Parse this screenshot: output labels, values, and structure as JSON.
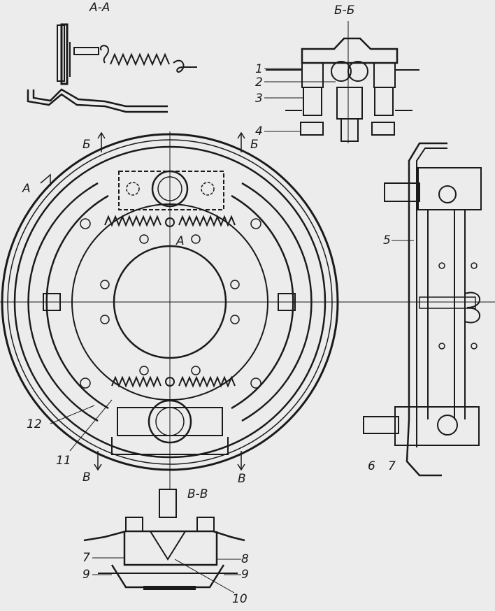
{
  "sections": {
    "aa": "А-А",
    "bb": "Б-Б",
    "vv": "В-В",
    "a_marker": "А",
    "b_left": "Б",
    "b_right": "Б",
    "v_left": "В",
    "v_right": "В",
    "center_a": "А"
  },
  "callouts": [
    "1",
    "2",
    "3",
    "4",
    "5",
    "6",
    "7",
    "7",
    "8",
    "9",
    "9",
    "10",
    "11",
    "12"
  ],
  "colors": {
    "ink": "#1a1a1a",
    "paper": "#ececec"
  }
}
